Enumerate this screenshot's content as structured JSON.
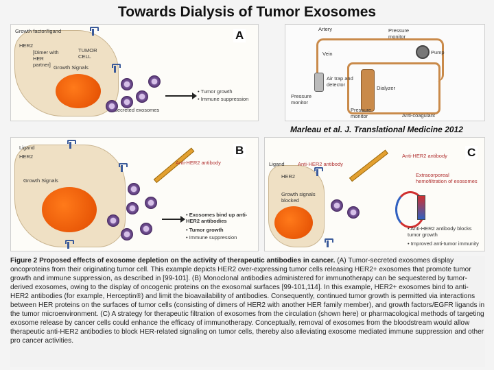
{
  "title": "Towards Dialysis of Tumor Exosomes",
  "citation": "Marleau et al. J. Translational Medicine 2012",
  "panel_a": {
    "letter": "A",
    "labels": {
      "growth_factor": "Growth factor/ligand",
      "her2": "HER2",
      "dimer": "[Dimer with HER partner]",
      "tumor_cell": "TUMOR CELL",
      "growth_signals": "Growth Signals",
      "secreted_exosomes": "Secreted exosomes",
      "tumor_growth": "• Tumor growth",
      "immune_suppression": "• Immune suppression"
    }
  },
  "dialysis": {
    "artery": "Artery",
    "vein": "Vein",
    "pressure_monitor_top": "Pressure monitor",
    "pump": "Pump",
    "air_trap": "Air trap and detector",
    "dialyzer": "Dialyzer",
    "pressure_monitor_left": "Pressure monitor",
    "pressure_monitor_bottom": "Pressure monitor",
    "anti_coagulant": "Anti-coagulant"
  },
  "panel_b": {
    "letter": "B",
    "labels": {
      "ligand": "Ligand",
      "her2": "HER2",
      "growth_signals": "Growth Signals",
      "antibody": "Anti-HER2 antibody",
      "exosomes_bind": "• Exosomes bind up anti-HER2 antibodies",
      "tumor_growth": "• Tumor growth",
      "immune_suppression": "• Immune suppression"
    }
  },
  "panel_c": {
    "letter": "C",
    "labels": {
      "ligand": "Ligand",
      "antibody_top": "Anti-HER2 antibody",
      "antibody_left": "Anti-HER2 antibody",
      "her2": "HER2",
      "growth_signals": "Growth signals blocked",
      "extracorporeal": "Extracorporeal hemofiltration of exosomes",
      "antibody_blocks": "• Anti-HER2 antibody blocks tumor growth",
      "improved": "• Improved anti-tumor immunity"
    }
  },
  "caption": {
    "heading": "Figure 2 Proposed effects of exosome depletion on the activity of therapeutic antibodies in cancer.",
    "body": "(A) Tumor-secreted exosomes display oncoproteins from their originating tumor cell. This example depicts HER2 over-expressing tumor cells releasing HER2+ exosomes that promote tumor growth and immune suppression, as described in [99-101]. (B) Monoclonal antibodies administered for immunotherapy can be sequestered by tumor-derived exosomes, owing to the display of oncogenic proteins on the exosomal surfaces [99-101,114]. In this example, HER2+ exosomes bind to anti-HER2 antibodies (for example, Herceptin®) and limit the bioavailability of antibodies. Consequently, continued tumor growth is permitted via interactions between HER proteins on the surfaces of tumor cells (consisting of dimers of HER2 with another HER family member), and growth factors/EGFR ligands in the tumor microenvironment. (C) A strategy for therapeutic filtration of exosomes from the circulation (shown here) or pharmacological methods of targeting exosome release by cancer cells could enhance the efficacy of immunotherapy. Conceptually, removal of exosomes from the bloodstream would allow therapeutic anti-HER2 antibodies to block HER-related signaling on tumor cells, thereby also alleviating exosome mediated immune suppression and other pro cancer activities."
  },
  "colors": {
    "cell_fill": "#efe0c4",
    "nucleus": "#f06010",
    "exosome": "#6b4a8a",
    "receptor": "#3a5a9a",
    "antibody_red": "#b03030"
  }
}
